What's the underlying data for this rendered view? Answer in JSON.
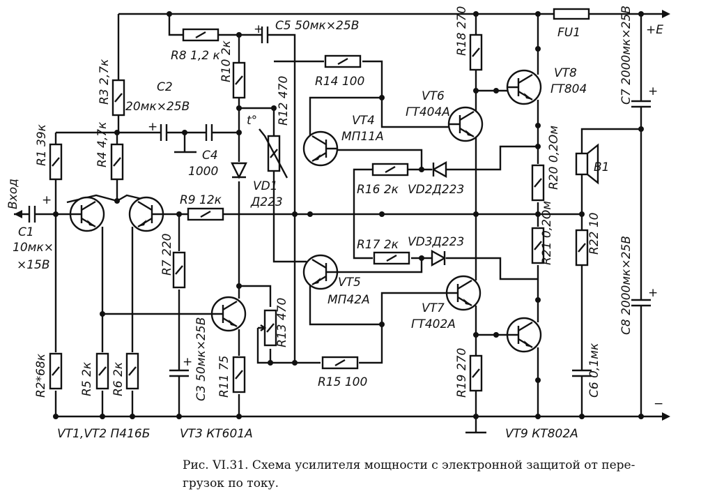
{
  "diagram": {
    "type": "circuit-schematic",
    "labels": {
      "R1": "R1 39к",
      "R2": "R2*68к",
      "R3": "R3 2,7к",
      "R4": "R4 4,7к",
      "R5": "R5 2к",
      "R6": "R6 2к",
      "R7": "R7 220",
      "R8": "R8 1,2 к",
      "R9": "R9 12к",
      "R10": "R10 2к",
      "R11": "R11 75",
      "R12": "R12 470",
      "R13": "R13 470",
      "R14": "R14 100",
      "R15": "R15 100",
      "R16": "R16 2к",
      "R17": "R17 2к",
      "R18": "R18 270",
      "R19": "R19 270",
      "R20": "R20 0,2Ом",
      "R21": "R21 0,2Ом",
      "R22": "R22 10",
      "C1a": "C1",
      "C1b": "10мк×",
      "C1c": "×15В",
      "C2a": "C2",
      "C2b": "20мк×25В",
      "C3": "C3 50мк×25В",
      "C4a": "C4",
      "C4b": "1000",
      "C5": "C5 50мк×25В",
      "C6": "C6 0,1мк",
      "C7": "C7 2000мк×25В",
      "C8": "C8 2000мк×25В",
      "VD1a": "VD1",
      "VD1b": "Д223",
      "VD2": "VD2Д223",
      "VD3": "VD3Д223",
      "VT4a": "VT4",
      "VT4b": "МП11А",
      "VT5a": "VT5",
      "VT5b": "МП42А",
      "VT6a": "VT6",
      "VT6b": "ГТ404А",
      "VT7a": "VT7",
      "VT7b": "ГТ402А",
      "VT8a": "VT8",
      "VT8b": "ГТ804",
      "VT12": "VT1,VT2 П416Б",
      "VT3": "VT3 КТ601А",
      "VT9": "VT9 КТ802А",
      "FU1": "FU1",
      "B1": "B1",
      "input": "Вход",
      "plusE": "+E",
      "minus": "−",
      "tdeg": "t°",
      "plus": "+"
    }
  },
  "caption": {
    "line1": "Рис. VI.31. Схема усилителя мощности с электронной защитой от пере-",
    "line2": "грузок по току."
  }
}
